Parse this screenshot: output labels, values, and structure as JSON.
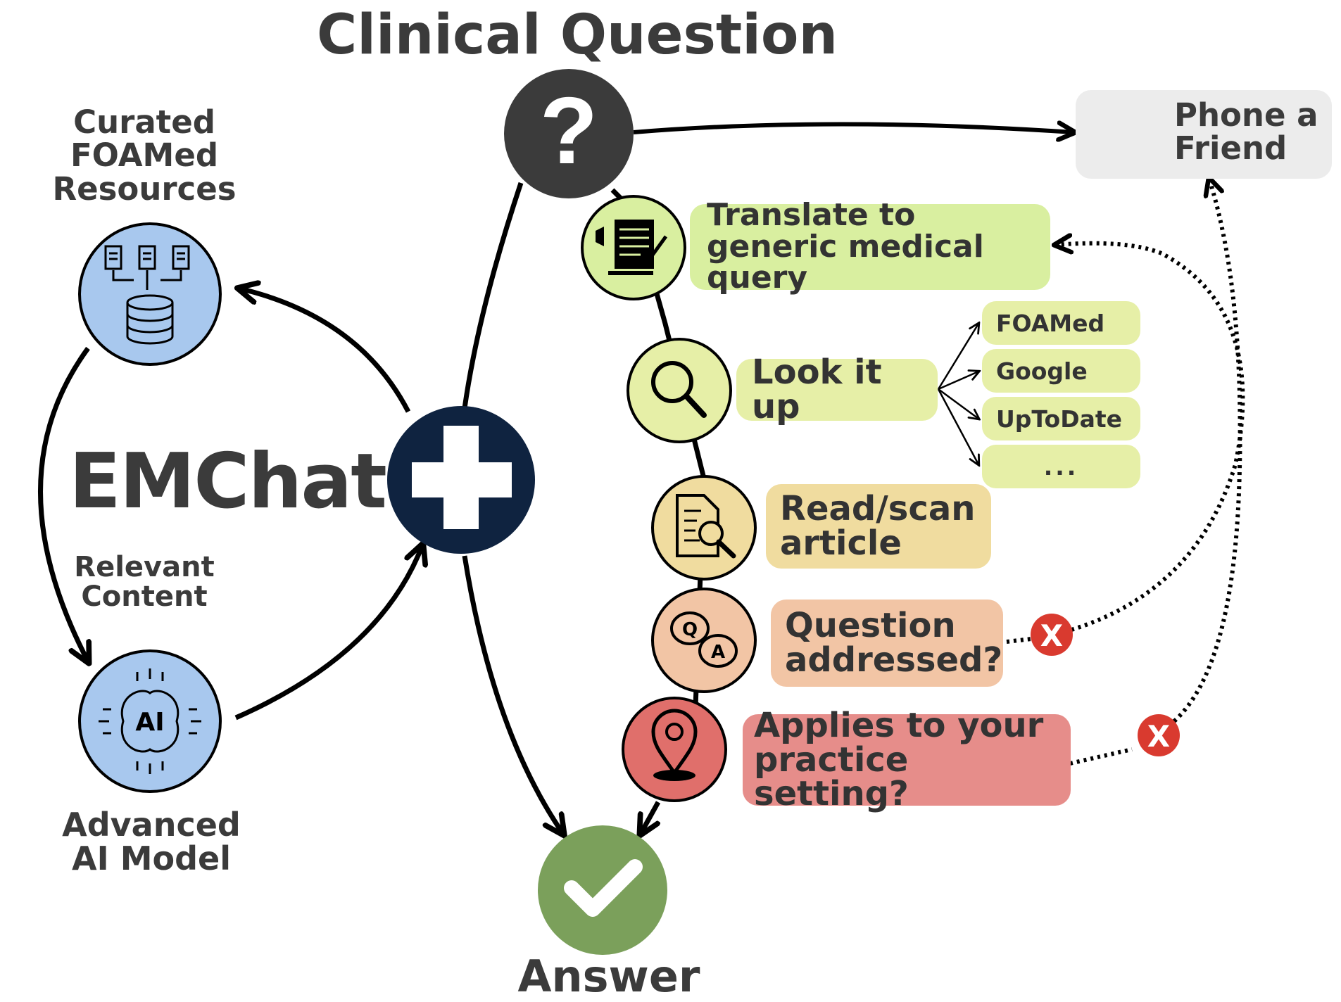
{
  "title": "Clinical Question",
  "app_name": "EMChat",
  "left": {
    "resources_label": "Curated FOAMed Resources",
    "relevant_label": "Relevant Content",
    "model_label": "Advanced AI Model"
  },
  "phone_label": "Phone a Friend",
  "steps": [
    {
      "label": "Translate to generic medical query",
      "color": "#d9efa0"
    },
    {
      "label": "Look it up",
      "color": "#e6efa7"
    },
    {
      "label": "Read/scan article",
      "color": "#f0dc9f"
    },
    {
      "label": "Question addressed?",
      "color": "#f2c5a5"
    },
    {
      "label": "Applies to your practice setting?",
      "color": "#e68d8a"
    }
  ],
  "sources": [
    "FOAMed",
    "Google",
    "UpToDate",
    "..."
  ],
  "fail_mark": "X",
  "answer_label": "Answer",
  "icons": {
    "question": "question-mark-icon",
    "phone": "phone-icon",
    "translate": "document-pen-icon",
    "search": "magnifier-icon",
    "read": "document-search-icon",
    "qa": "qa-bubbles-icon",
    "location": "location-pin-icon",
    "database": "database-icon",
    "ai": "ai-chip-icon",
    "cross": "medical-cross-icon",
    "answer": "checkmark-icon"
  },
  "colors": {
    "dark": "#3b3b3b",
    "navy": "#0f2340",
    "blue": "#a8c8ee",
    "green": "#7ba05b",
    "red": "#d93a2f",
    "phone_bg": "#ececec"
  }
}
